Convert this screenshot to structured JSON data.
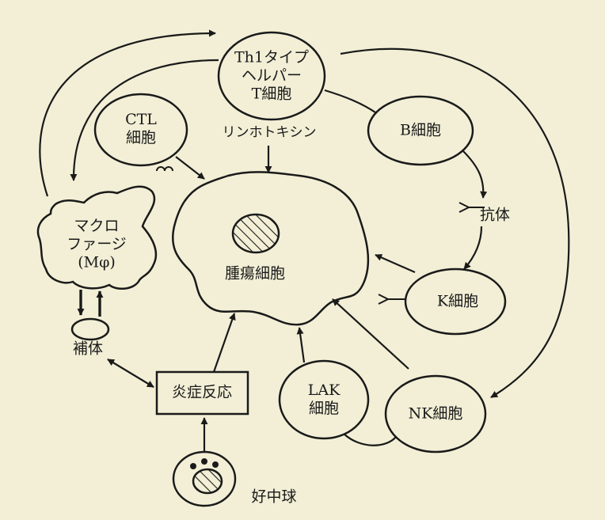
{
  "nodes": {
    "th1": {
      "line1": "Th1タイプ",
      "line2": "ヘルパー",
      "line3": "T細胞"
    },
    "ctl": {
      "line1": "CTL",
      "line2": "細胞"
    },
    "b_cell": {
      "label": "B細胞"
    },
    "macrophage": {
      "line1": "マクロ",
      "line2": "ファージ",
      "line3": "(Mφ)"
    },
    "tumor": {
      "label": "腫瘍細胞"
    },
    "antibody": {
      "label": "抗体"
    },
    "k_cell": {
      "label": "K細胞"
    },
    "complement": {
      "label": "補体"
    },
    "inflammation": {
      "label": "炎症反応"
    },
    "lak": {
      "line1": "LAK",
      "line2": "細胞"
    },
    "nk": {
      "label": "NK細胞"
    },
    "neutrophil": {
      "label": "好中球"
    }
  },
  "edge_labels": {
    "lymphokine": "リンホトキシン"
  },
  "colors": {
    "background": "#f2efd6",
    "ink": "#1a1a1a"
  }
}
